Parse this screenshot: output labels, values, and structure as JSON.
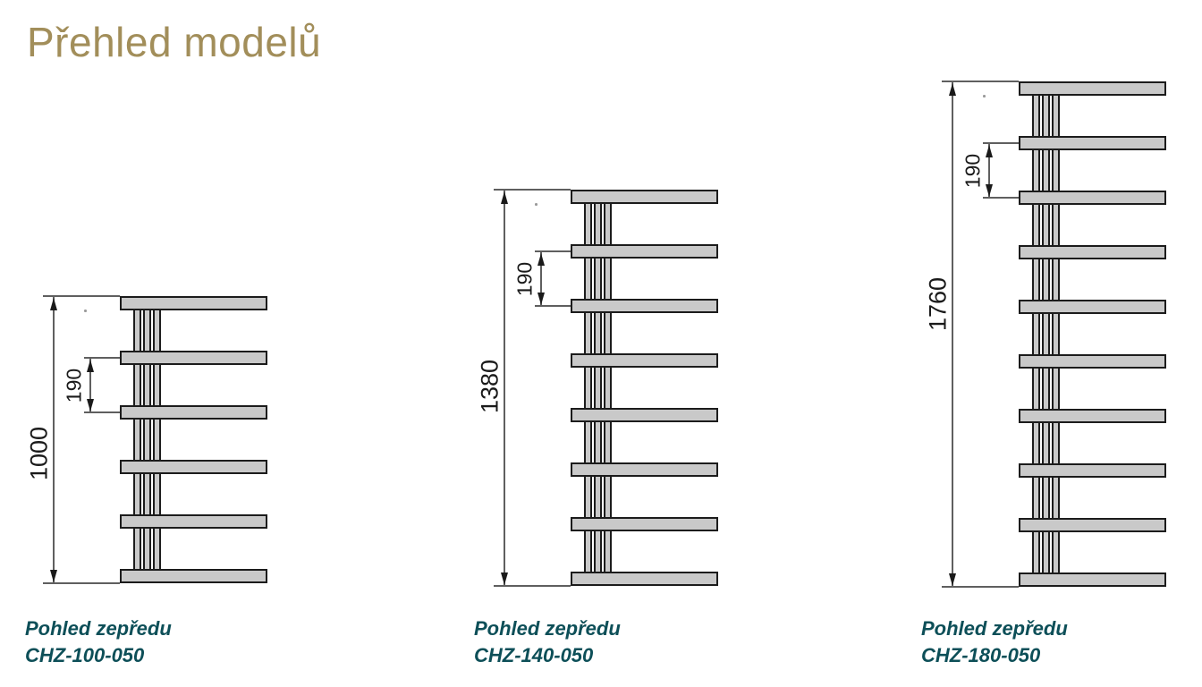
{
  "title": "Přehled modelů",
  "colors": {
    "title": "#a28e5a",
    "caption": "#0d4f58",
    "bar_fill": "#c9c9c9",
    "bar_border": "#1c1c1c",
    "dim_line": "#5f5f5f",
    "dim_text": "#1a1a1a"
  },
  "radiators": [
    {
      "model": "CHZ-100-050",
      "view_label": "Pohled zepředu",
      "overall_height_mm": "1000",
      "rung_spacing_mm": "190",
      "rung_count": 6
    },
    {
      "model": "CHZ-140-050",
      "view_label": "Pohled zepředu",
      "overall_height_mm": "1380",
      "rung_spacing_mm": "190",
      "rung_count": 8
    },
    {
      "model": "CHZ-180-050",
      "view_label": "Pohled zepředu",
      "overall_height_mm": "1760",
      "rung_spacing_mm": "190",
      "rung_count": 10
    }
  ]
}
